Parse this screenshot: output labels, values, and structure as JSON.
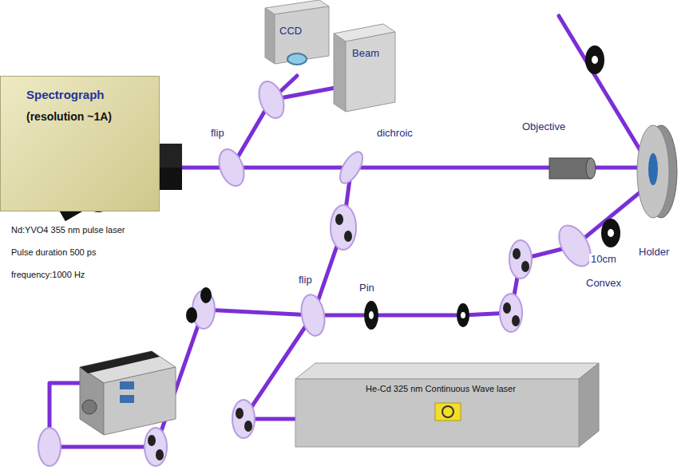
{
  "diagram": {
    "nodes": [
      {
        "text": [
          "Spectrograph",
          "(resolution ~1A)"
        ]
      },
      {
        "text": [
          "CCD"
        ]
      },
      {
        "text": [
          "Beam"
        ]
      },
      {
        "text": [
          "Objective"
        ]
      },
      {
        "text": [
          "Holder"
        ]
      },
      {
        "text": [
          "He-Cd 325 nm Continuous Wave laser"
        ]
      }
    ],
    "labels": [
      "flip",
      "dichroic",
      "flip",
      "Pin",
      "10cm",
      "Convex",
      "Nd:YVO4 355 nm pulse laser",
      "Pulse duration 500 ps",
      "frequency:1000 Hz"
    ]
  }
}
